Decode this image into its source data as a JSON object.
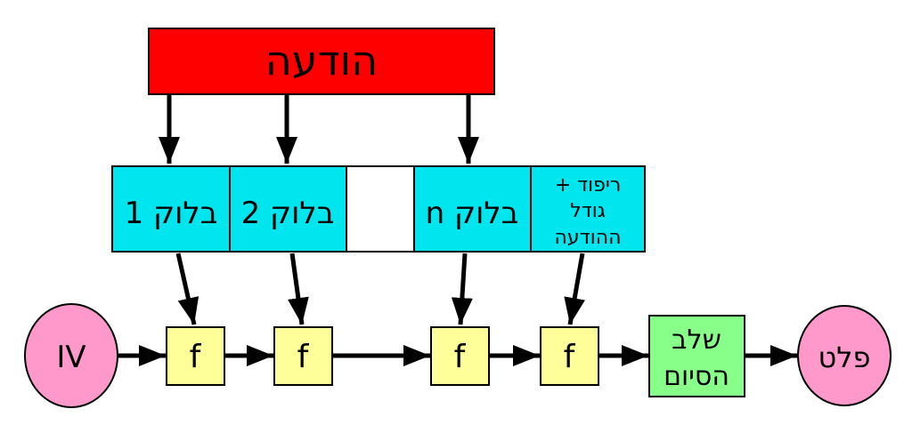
{
  "message": {
    "label": "הודעה",
    "color": "#ff0000"
  },
  "blocks": [
    {
      "label": "בלוק 1"
    },
    {
      "label": "בלוק 2"
    },
    {
      "label": ""
    },
    {
      "label": "בלוק n"
    }
  ],
  "padding_block": {
    "lines": [
      "ריפוד +",
      "גודל",
      "ההודעה"
    ]
  },
  "iv": {
    "label": "IV"
  },
  "compression": {
    "label": "f"
  },
  "finalization": {
    "lines": [
      "שלב",
      "הסיום"
    ]
  },
  "output": {
    "label": "פלט"
  },
  "colors": {
    "block": "#00e5ee",
    "f": "#ffff99",
    "final": "#88ff88",
    "circle": "#ff99cc"
  }
}
